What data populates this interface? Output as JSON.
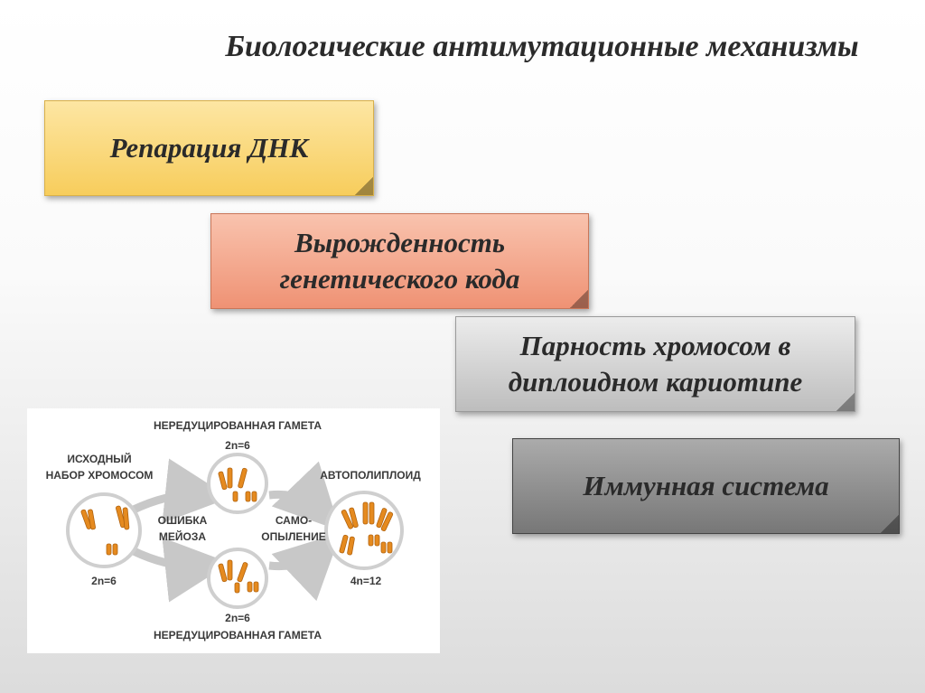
{
  "title": "Биологические антимутационные механизмы",
  "cards": [
    {
      "label": "Репарация ДНК",
      "color": "#f7cd5c"
    },
    {
      "label": "Вырожденность генетического кода",
      "color": "#ef9274"
    },
    {
      "label": "Парность хромосом в диплоидном кариотипе",
      "color": "#bdbdbd"
    },
    {
      "label": "Иммунная система",
      "color": "#777777"
    }
  ],
  "diagram": {
    "top_label": "НЕРЕДУЦИРОВАННАЯ ГАМЕТА",
    "top_ploidy": "2n=6",
    "source_label_line1": "ИСХОДНЫЙ",
    "source_label_line2": "НАБОР ХРОМОСОМ",
    "source_ploidy": "2n=6",
    "arrow_label_left_line1": "ОШИБКА",
    "arrow_label_left_line2": "МЕЙОЗА",
    "arrow_label_right_line1": "САМО-",
    "arrow_label_right_line2": "ОПЫЛЕНИЕ",
    "result_label": "АВТОПОЛИПЛОИД",
    "result_ploidy": "4n=12",
    "bottom_ploidy": "2n=6",
    "bottom_label": "НЕРЕДУЦИРОВАННАЯ ГАМЕТА",
    "chromosome_color": "#e58a1f",
    "arrow_color": "#c8c8c8"
  }
}
